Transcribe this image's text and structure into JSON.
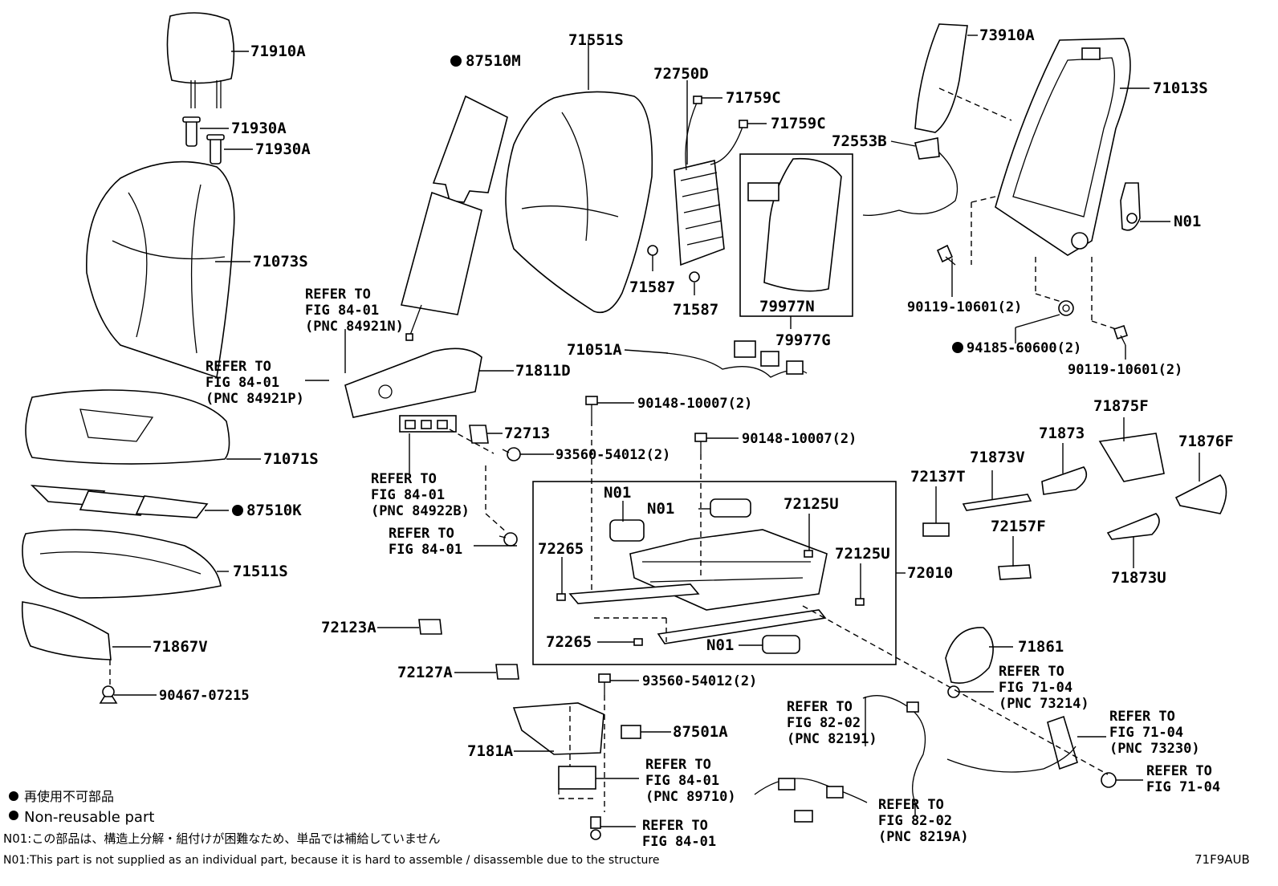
{
  "labels": {
    "p71910A": "71910A",
    "p71930A_1": "71930A",
    "p71930A_2": "71930A",
    "p71073S": "71073S",
    "p71071S": "71071S",
    "p87510K": "87510K",
    "p71511S": "71511S",
    "p71867V": "71867V",
    "p90467_07215": "90467-07215",
    "p87510M": "87510M",
    "p71551S": "71551S",
    "p72750D": "72750D",
    "p71759C_1": "71759C",
    "p71759C_2": "71759C",
    "p71587_1": "71587",
    "p71587_2": "71587",
    "p79977N": "79977N",
    "p79977G": "79977G",
    "p73910A": "73910A",
    "p71013S": "71013S",
    "p72553B": "72553B",
    "pN01_recliner": "N01",
    "p90119_a": "90119-10601(2)",
    "p94185": "94185-60600(2)",
    "p90119_b": "90119-10601(2)",
    "p71051A": "71051A",
    "p71811D": "71811D",
    "p90148_a": "90148-10007(2)",
    "p72713": "72713",
    "p93560_a": "93560-54012(2)",
    "p90148_b": "90148-10007(2)",
    "pN01_a": "N01",
    "pN01_b": "N01",
    "p72125U_1": "72125U",
    "p72125U_2": "72125U",
    "p72265_1": "72265",
    "p72265_2": "72265",
    "pN01_c": "N01",
    "p72010": "72010",
    "p72123A": "72123A",
    "p72127A": "72127A",
    "p93560_b": "93560-54012(2)",
    "p87501A": "87501A",
    "p7181A": "7181A",
    "p72137T": "72137T",
    "p71873V": "71873V",
    "p71873": "71873",
    "p71875F": "71875F",
    "p71876F": "71876F",
    "p72157F": "72157F",
    "p71873U": "71873U",
    "p71861": "71861"
  },
  "refers": {
    "r1": [
      "REFER TO",
      "FIG 84-01",
      "(PNC 84921N)"
    ],
    "r2": [
      "REFER TO",
      "FIG 84-01",
      "(PNC 84921P)"
    ],
    "r3": [
      "REFER TO",
      "FIG 84-01",
      "(PNC 84922B)"
    ],
    "r4": [
      "REFER TO",
      "FIG 84-01"
    ],
    "r5": [
      "REFER TO",
      "FIG 71-04",
      "(PNC 73214)"
    ],
    "r6": [
      "REFER TO",
      "FIG 71-04",
      "(PNC 73230)"
    ],
    "r7": [
      "REFER TO",
      "FIG 71-04"
    ],
    "r8": [
      "REFER TO",
      "FIG 82-02",
      "(PNC 82191)"
    ],
    "r9": [
      "REFER TO",
      "FIG 82-02",
      "(PNC 8219A)"
    ],
    "r10": [
      "REFER TO",
      "FIG 84-01",
      "(PNC 89710)"
    ],
    "r11": [
      "REFER TO",
      "FIG 84-01"
    ]
  },
  "legend": {
    "jp_nonreusable": "再使用不可部品",
    "en_nonreusable": "Non-reusable part",
    "n01_jp": "N01:この部品は、構造上分解・組付けが困難なため、単品では補給していません",
    "n01_en": "N01:This part is not supplied as an individual part, because it is hard to assemble / disassemble due to the structure"
  },
  "figure_code": "71F9AUB"
}
